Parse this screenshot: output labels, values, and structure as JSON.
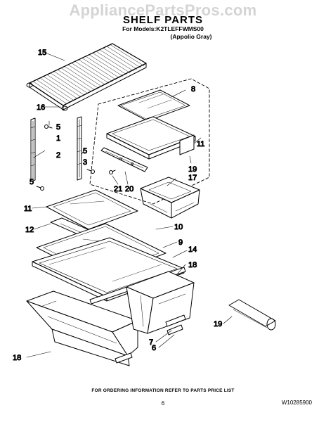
{
  "watermark": "AppliancePartsPros.com",
  "header": {
    "title": "SHELF PARTS",
    "models": "For Models:K2TLEFFWMS00",
    "color": "(Appolio Gray)"
  },
  "callouts": [
    "15",
    "16",
    "5",
    "1",
    "2",
    "5",
    "3",
    "5",
    "8",
    "11",
    "19",
    "17",
    "21",
    "20",
    "11",
    "12",
    "10",
    "9",
    "14",
    "18",
    "19",
    "7",
    "6",
    "18"
  ],
  "footer": {
    "ordering_note": "FOR ORDERING INFORMATION REFER TO PARTS PRICE LIST",
    "page_number": "6",
    "document_number": "W10285900"
  }
}
